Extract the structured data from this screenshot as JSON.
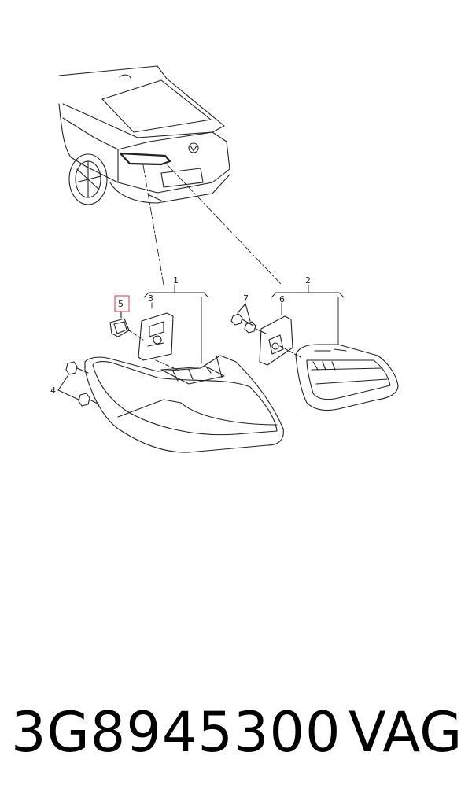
{
  "diagram": {
    "callouts": {
      "c1": "1",
      "c2": "2",
      "c3": "3",
      "c4": "4",
      "c5": "5",
      "c6": "6",
      "c7": "7"
    },
    "highlight_color": "#e05a6a",
    "line_color": "#222222"
  },
  "footer": {
    "part_number": "3G8945300",
    "brand": "VAG"
  }
}
